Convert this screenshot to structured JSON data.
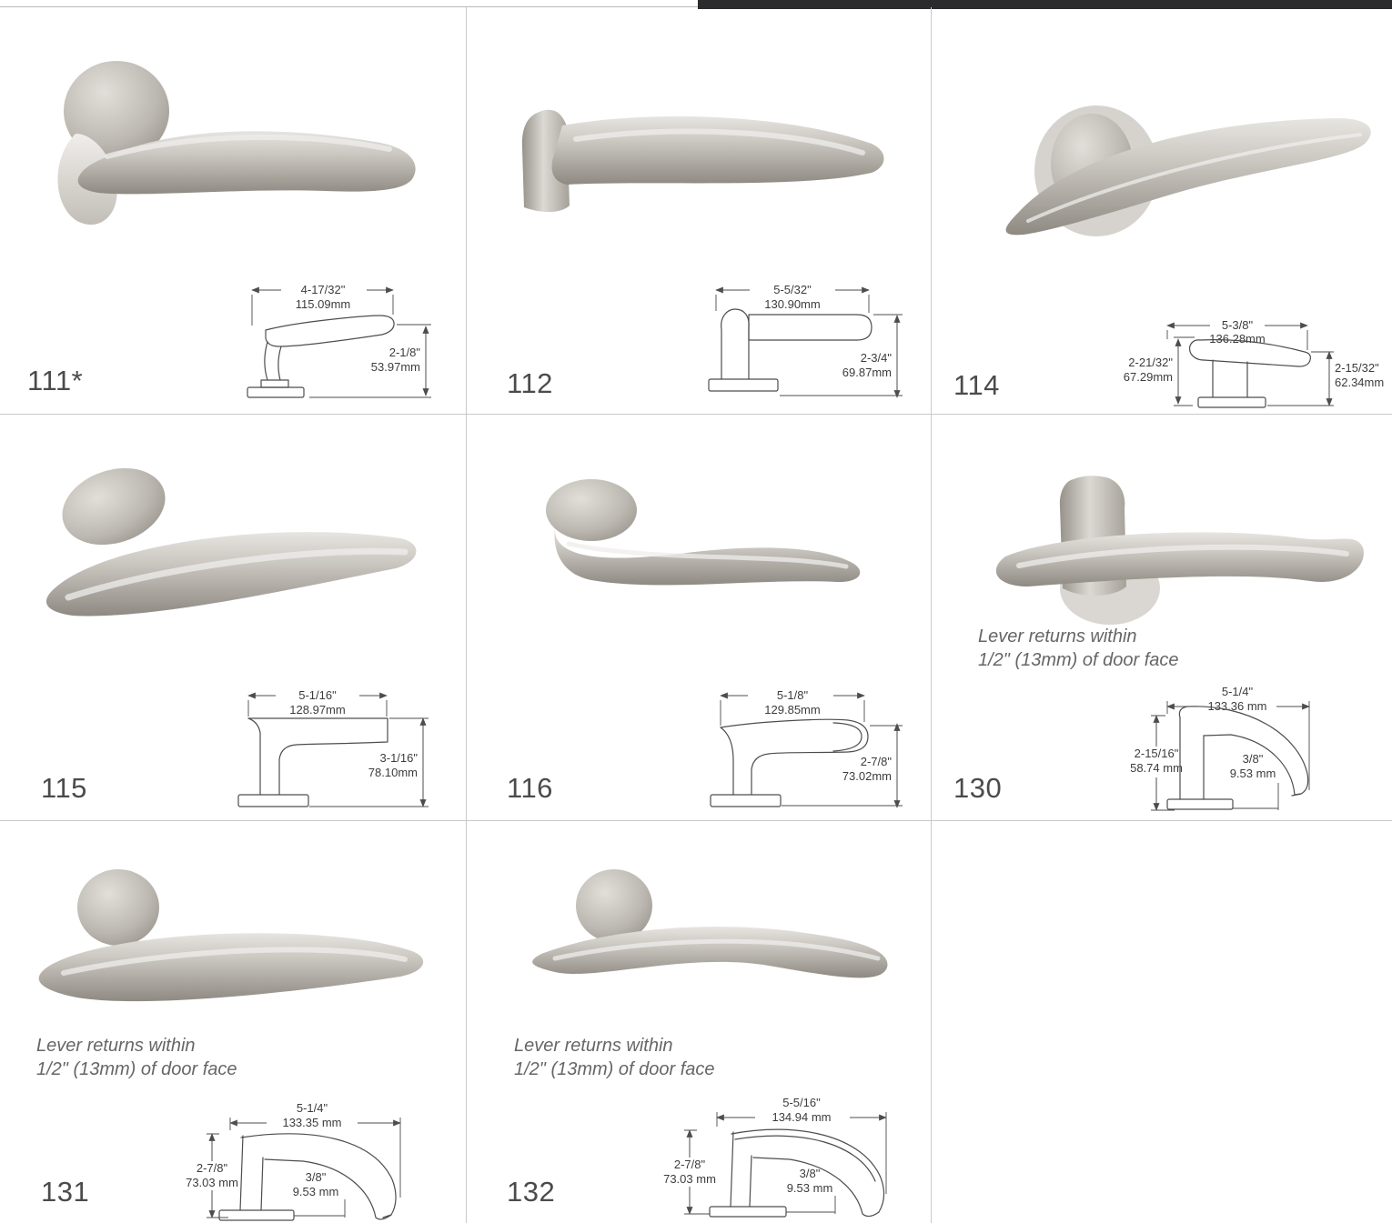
{
  "notes": {
    "line1": "Lever returns within",
    "line2": "1/2\" (13mm) of door face"
  },
  "colors": {
    "top_bar": "#2b2b2d",
    "grid_line": "#c9c9c9",
    "metal_mid": "#b5b1aa"
  },
  "cells": {
    "c111": {
      "model": "111*",
      "dim_w_in": "4-17/32\"",
      "dim_w_mm": "115.09mm",
      "dim_h_in": "2-1/8\"",
      "dim_h_mm": "53.97mm"
    },
    "c112": {
      "model": "112",
      "dim_w_in": "5-5/32\"",
      "dim_w_mm": "130.90mm",
      "dim_h_in": "2-3/4\"",
      "dim_h_mm": "69.87mm"
    },
    "c114": {
      "model": "114",
      "dim_w_in": "5-3/8\"",
      "dim_w_mm": "136.28mm",
      "dim_l_in": "2-21/32\"",
      "dim_l_mm": "67.29mm",
      "dim_r_in": "2-15/32\"",
      "dim_r_mm": "62.34mm"
    },
    "c115": {
      "model": "115",
      "dim_w_in": "5-1/16\"",
      "dim_w_mm": "128.97mm",
      "dim_h_in": "3-1/16\"",
      "dim_h_mm": "78.10mm"
    },
    "c116": {
      "model": "116",
      "dim_w_in": "5-1/8\"",
      "dim_w_mm": "129.85mm",
      "dim_h_in": "2-7/8\"",
      "dim_h_mm": "73.02mm"
    },
    "c130": {
      "model": "130",
      "dim_w_in": "5-1/4\"",
      "dim_w_mm": "133.36 mm",
      "dim_h_in": "2-15/16\"",
      "dim_h_mm": "58.74 mm",
      "dim_r_in": "3/8\"",
      "dim_r_mm": "9.53 mm"
    },
    "c131": {
      "model": "131",
      "dim_w_in": "5-1/4\"",
      "dim_w_mm": "133.35 mm",
      "dim_h_in": "2-7/8\"",
      "dim_h_mm": "73.03 mm",
      "dim_r_in": "3/8\"",
      "dim_r_mm": "9.53 mm"
    },
    "c132": {
      "model": "132",
      "dim_w_in": "5-5/16\"",
      "dim_w_mm": "134.94 mm",
      "dim_h_in": "2-7/8\"",
      "dim_h_mm": "73.03 mm",
      "dim_r_in": "3/8\"",
      "dim_r_mm": "9.53 mm"
    }
  }
}
